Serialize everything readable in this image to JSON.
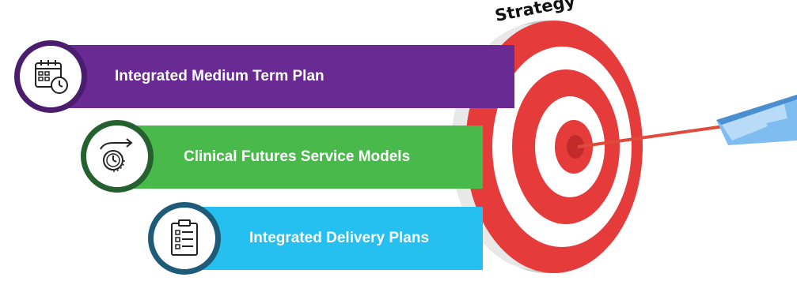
{
  "strategy_label": "Strategy",
  "bands": [
    {
      "label": "Integrated Medium Term Plan",
      "icon": "calendar-clock-icon",
      "color": "#6a2a93",
      "border": "#4b1d6e"
    },
    {
      "label": "Clinical Futures Service Models",
      "icon": "clock-arrow-icon",
      "color": "#48b94a",
      "border": "#25612f"
    },
    {
      "label": "Integrated Delivery Plans",
      "icon": "clipboard-checklist-icon",
      "color": "#25bff0",
      "border": "#1e5b78"
    }
  ],
  "target": {
    "rings": [
      "#e63b3b",
      "#ffffff",
      "#e63b3b",
      "#ffffff",
      "#e63b3b"
    ],
    "icon": "bullseye-icon"
  },
  "arrow": {
    "icon": "arrow-icon",
    "fletching_color": "#5aa8e6"
  }
}
